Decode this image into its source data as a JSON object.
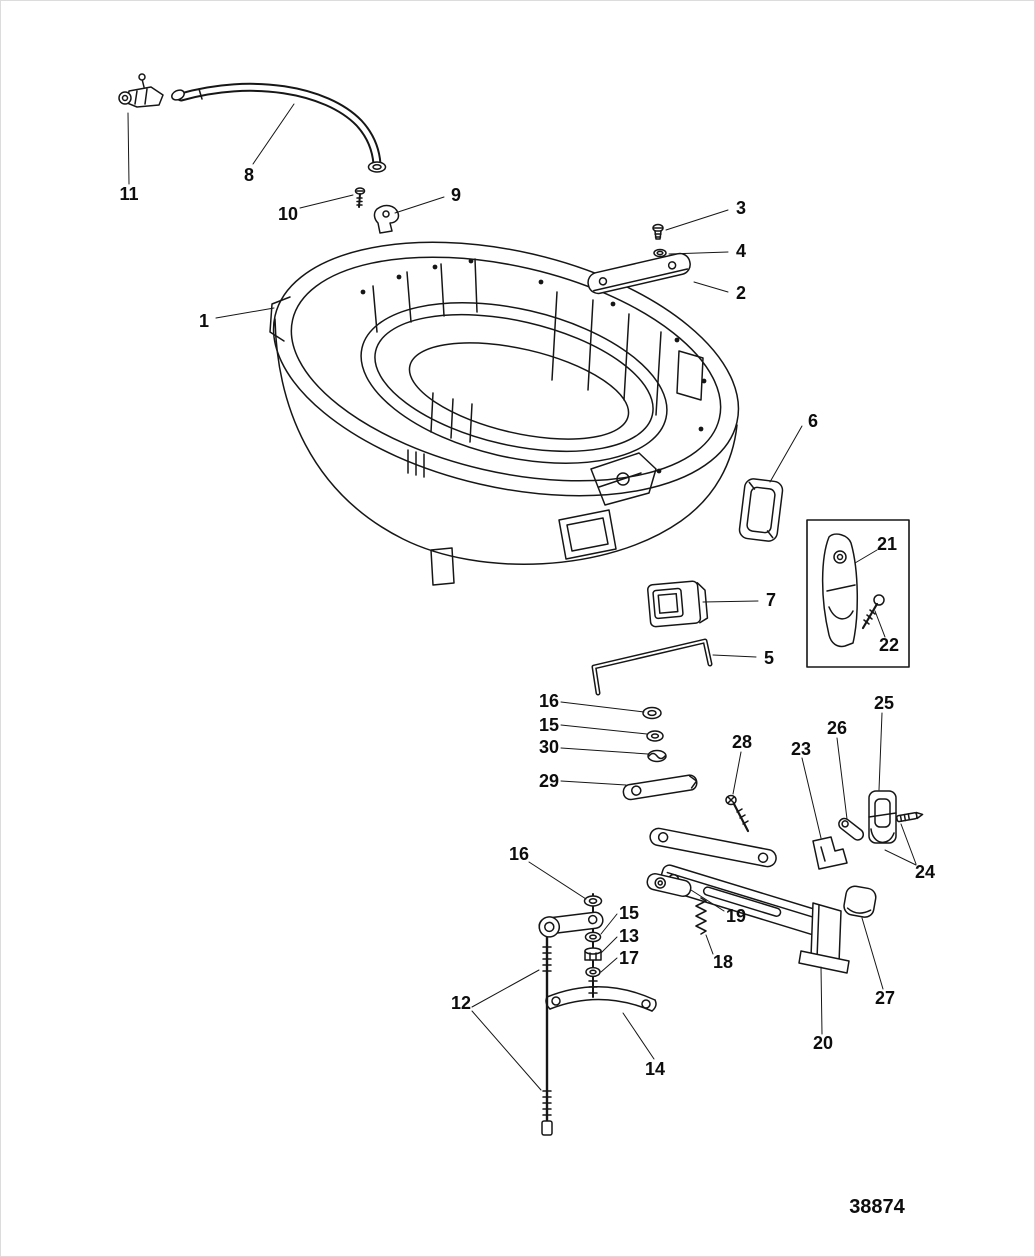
{
  "figure": {
    "drawing_number": "38874"
  },
  "callouts": [
    {
      "label": "11"
    },
    {
      "label": "8"
    },
    {
      "label": "10"
    },
    {
      "label": "9"
    },
    {
      "label": "3"
    },
    {
      "label": "4"
    },
    {
      "label": "2"
    },
    {
      "label": "1"
    },
    {
      "label": "6"
    },
    {
      "label": "21"
    },
    {
      "label": "22"
    },
    {
      "label": "7"
    },
    {
      "label": "5"
    },
    {
      "label": "16"
    },
    {
      "label": "15"
    },
    {
      "label": "30"
    },
    {
      "label": "29"
    },
    {
      "label": "28"
    },
    {
      "label": "23"
    },
    {
      "label": "26"
    },
    {
      "label": "25"
    },
    {
      "label": "24"
    },
    {
      "label": "16"
    },
    {
      "label": "15"
    },
    {
      "label": "13"
    },
    {
      "label": "17"
    },
    {
      "label": "19"
    },
    {
      "label": "18"
    },
    {
      "label": "12"
    },
    {
      "label": "14"
    },
    {
      "label": "20"
    },
    {
      "label": "27"
    }
  ],
  "colors": {
    "line": "#161616",
    "background": "#ffffff"
  }
}
